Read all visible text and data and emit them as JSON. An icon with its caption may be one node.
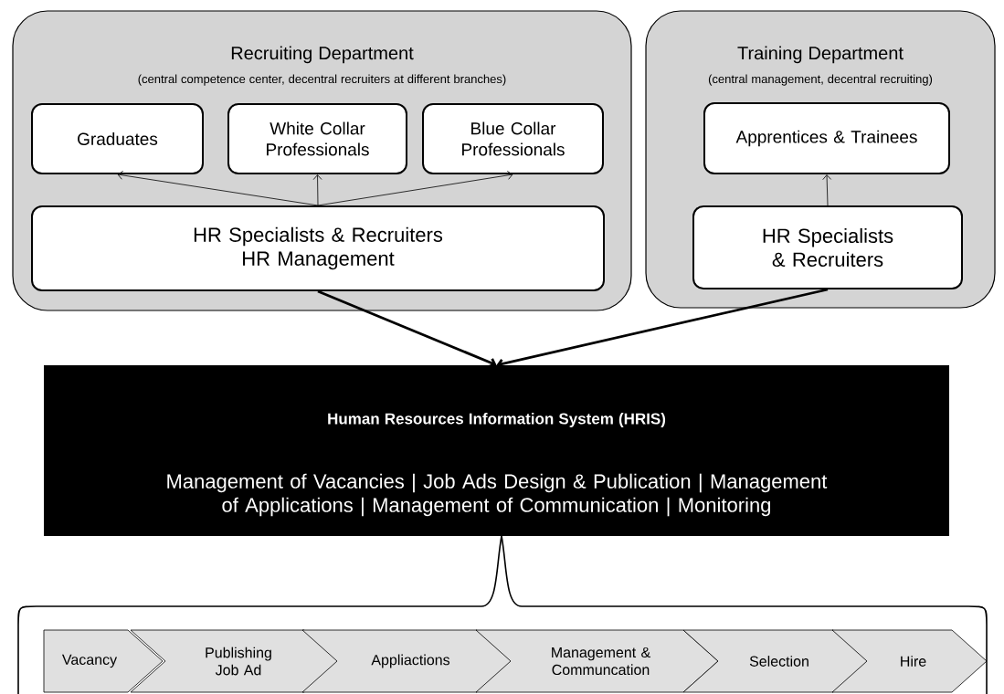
{
  "diagram": {
    "nodes": [
      {
        "text": [
          "Recruiting Department",
          "(central competence center, decentral recruiters at different branches)"
        ]
      },
      {
        "text": [
          "Graduates"
        ],
        "in": 0
      },
      {
        "text": [
          "White Collar Professionals"
        ],
        "in": 0
      },
      {
        "text": [
          "Blue Collar Professionals"
        ],
        "in": 0
      },
      {
        "text": [
          "HR Specialists & Recruiters HR Management"
        ],
        "in": 0
      },
      {
        "text": [
          "Training Department",
          "(central management, decentral recruiting)"
        ]
      },
      {
        "text": [
          "Apprentices & Trainees"
        ],
        "in": 5
      },
      {
        "text": [
          "HR Specialists & Recruiters"
        ],
        "in": 5
      },
      {
        "text": [
          "Human Resources Information System (HRIS)",
          "Management of Vacancies | Job Ads Design & Publication | Management of Applications | Management of Communication | Monitoring"
        ]
      },
      {
        "text": [
          "Vacancy"
        ]
      },
      {
        "text": [
          "Publishing Job Ad"
        ]
      },
      {
        "text": [
          "Appliactions"
        ]
      },
      {
        "text": [
          "Management & Communcation"
        ]
      },
      {
        "text": [
          "Selection"
        ]
      },
      {
        "text": [
          "Hire"
        ]
      }
    ],
    "edges": [
      {
        "from": 4,
        "to": 1,
        "arrow": "to"
      },
      {
        "from": 4,
        "to": 2,
        "arrow": "to"
      },
      {
        "from": 4,
        "to": 3,
        "arrow": "to"
      },
      {
        "from": 7,
        "to": 6,
        "arrow": "to"
      },
      {
        "from": 4,
        "to": 8,
        "arrow": "to",
        "style": "thick"
      },
      {
        "from": 7,
        "to": 8,
        "arrow": "to",
        "style": "thick"
      }
    ]
  }
}
